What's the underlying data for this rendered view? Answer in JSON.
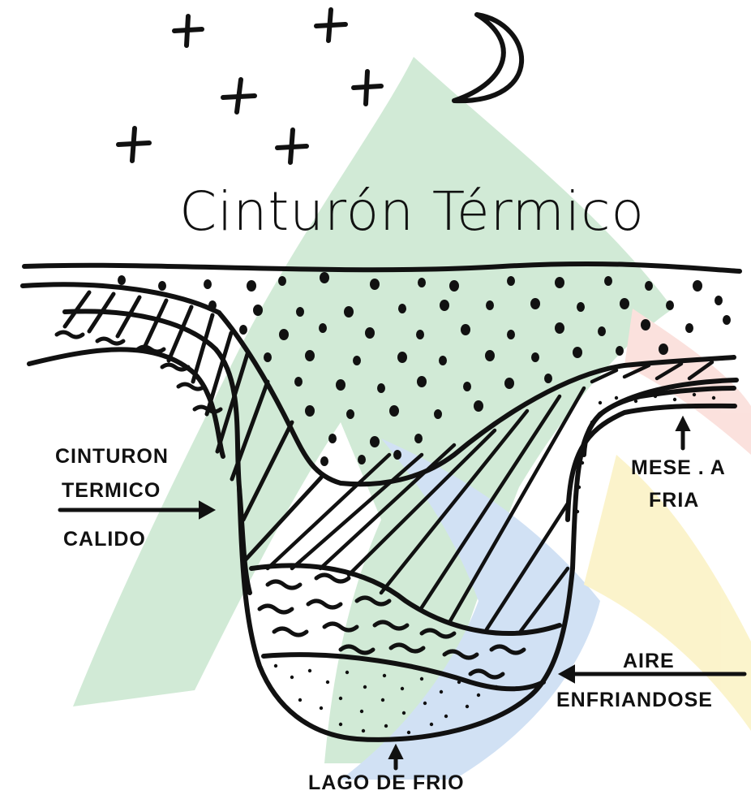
{
  "title": "Cinturón Térmico",
  "labels": {
    "warm_belt_1": "CINTURON",
    "warm_belt_2": "TERMICO",
    "warm_belt_3": "CALIDO",
    "plateau_1": "MESE . A",
    "plateau_2": "FRIA",
    "air_1": "AIRE",
    "air_2": "ENFRIANDOSE",
    "lake": "LAGO DE FRIO"
  },
  "colors": {
    "ink": "#111111",
    "watermark_green": "#cfe9d4",
    "watermark_blue": "#cfe0f4",
    "watermark_yellow": "#fbf3c9",
    "watermark_red": "#fbe0dc"
  }
}
